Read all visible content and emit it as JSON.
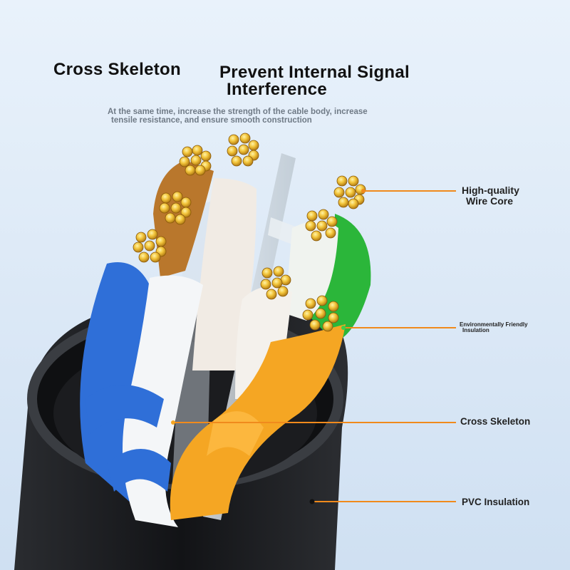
{
  "heading": {
    "left_title": "Cross Skeleton",
    "main_title_line1": "Prevent Internal Signal",
    "main_title_line2": "Interference",
    "subtitle_line1": "At the same time, increase the strength of the cable body, increase",
    "subtitle_line2": "tensile resistance, and ensure smooth construction"
  },
  "callouts": {
    "wire_core_line1": "High-quality",
    "wire_core_line2": "Wire Core",
    "insulation_line1": "Environmentally Friendly",
    "insulation_line2": "Insulation",
    "skeleton": "Cross Skeleton",
    "pvc": "PVC Insulation"
  },
  "colors": {
    "leader_line": "#f08a1c",
    "jacket": "#1d1f22",
    "copper": "#e9b431",
    "blue_wire": "#2f6fd8",
    "green_wire": "#2bb63a",
    "orange_wire": "#f5a623",
    "brown_wire": "#b9772c"
  }
}
